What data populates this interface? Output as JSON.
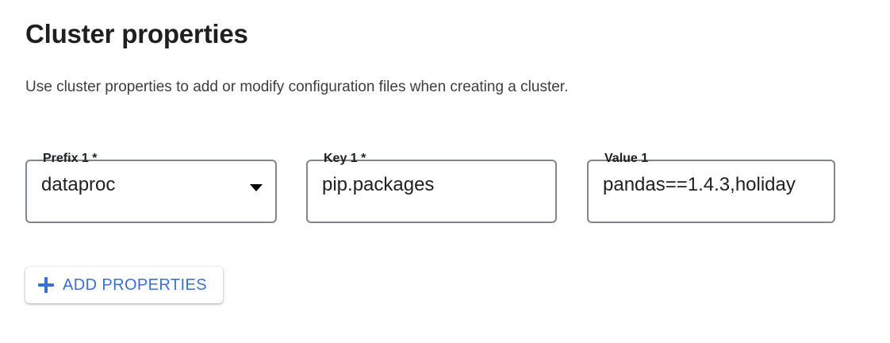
{
  "section": {
    "title": "Cluster properties",
    "description": "Use cluster properties to add or modify configuration files when creating a cluster."
  },
  "colors": {
    "accent": "#3b6fd4",
    "text_primary": "#1f1f1f",
    "text_secondary": "#3c4043",
    "field_border": "#80868b",
    "surface": "#ffffff"
  },
  "property_rows": [
    {
      "prefix": {
        "label": "Prefix 1 *",
        "value": "dataproc",
        "control": "select",
        "icon": "chevron-down-icon",
        "required": true
      },
      "key": {
        "label": "Key 1 *",
        "value": "pip.packages",
        "control": "text",
        "required": true
      },
      "value": {
        "label": "Value 1",
        "value": "pandas==1.4.3,holiday",
        "control": "text",
        "required": false
      }
    }
  ],
  "add_button": {
    "label": "ADD PROPERTIES",
    "icon": "plus-icon"
  }
}
